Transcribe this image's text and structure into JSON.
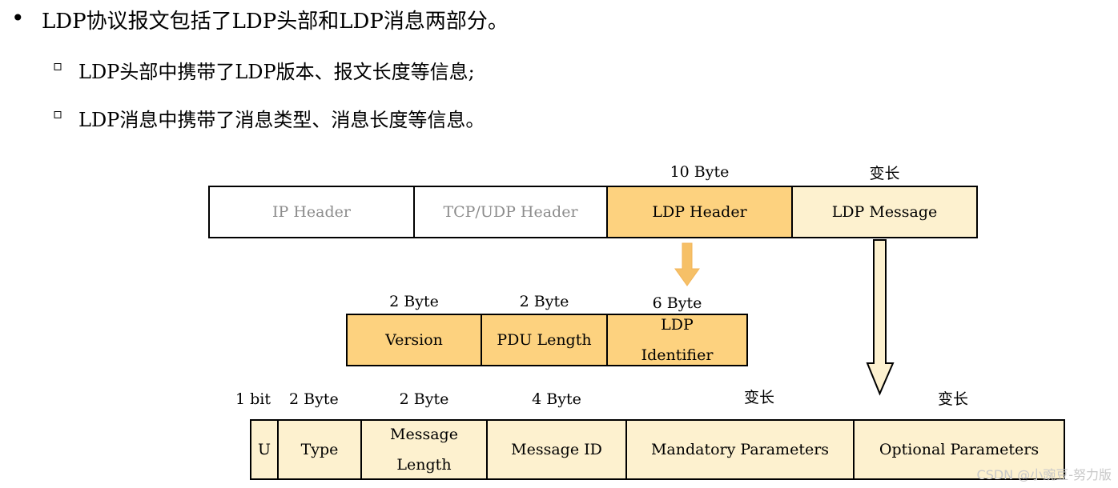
{
  "bullets": {
    "main": "LDP协议报文包括了LDP头部和LDP消息两部分。",
    "sub1": "LDP头部中携带了LDP版本、报文长度等信息;",
    "sub2": "LDP消息中携带了消息类型、消息长度等信息。",
    "main_marker": "•",
    "sub_marker": "▫"
  },
  "packet": {
    "fields": [
      "IP Header",
      "TCP/UDP Header",
      "LDP Header",
      "LDP Message"
    ],
    "sizes": {
      "ldp_header": "10 Byte",
      "ldp_message": "变长"
    }
  },
  "header": {
    "fields": [
      "Version",
      "PDU Length",
      "LDP",
      "Identifier"
    ],
    "sizes": [
      "2 Byte",
      "2 Byte",
      "6 Byte"
    ]
  },
  "message": {
    "fields": [
      "U",
      "Type",
      "Message",
      "Length",
      "Message ID",
      "Mandatory Parameters",
      "Optional Parameters"
    ],
    "sizes": [
      "1 bit",
      "2 Byte",
      "2 Byte",
      "4 Byte",
      "变长",
      "变长"
    ]
  },
  "colors": {
    "orange": "#fdd27f",
    "cream": "#fdf1cf",
    "arrow_orange": "#f6c067",
    "arrow_cream": "#fdf1cf"
  },
  "watermark": "CSDN @小豌豆-努力版"
}
